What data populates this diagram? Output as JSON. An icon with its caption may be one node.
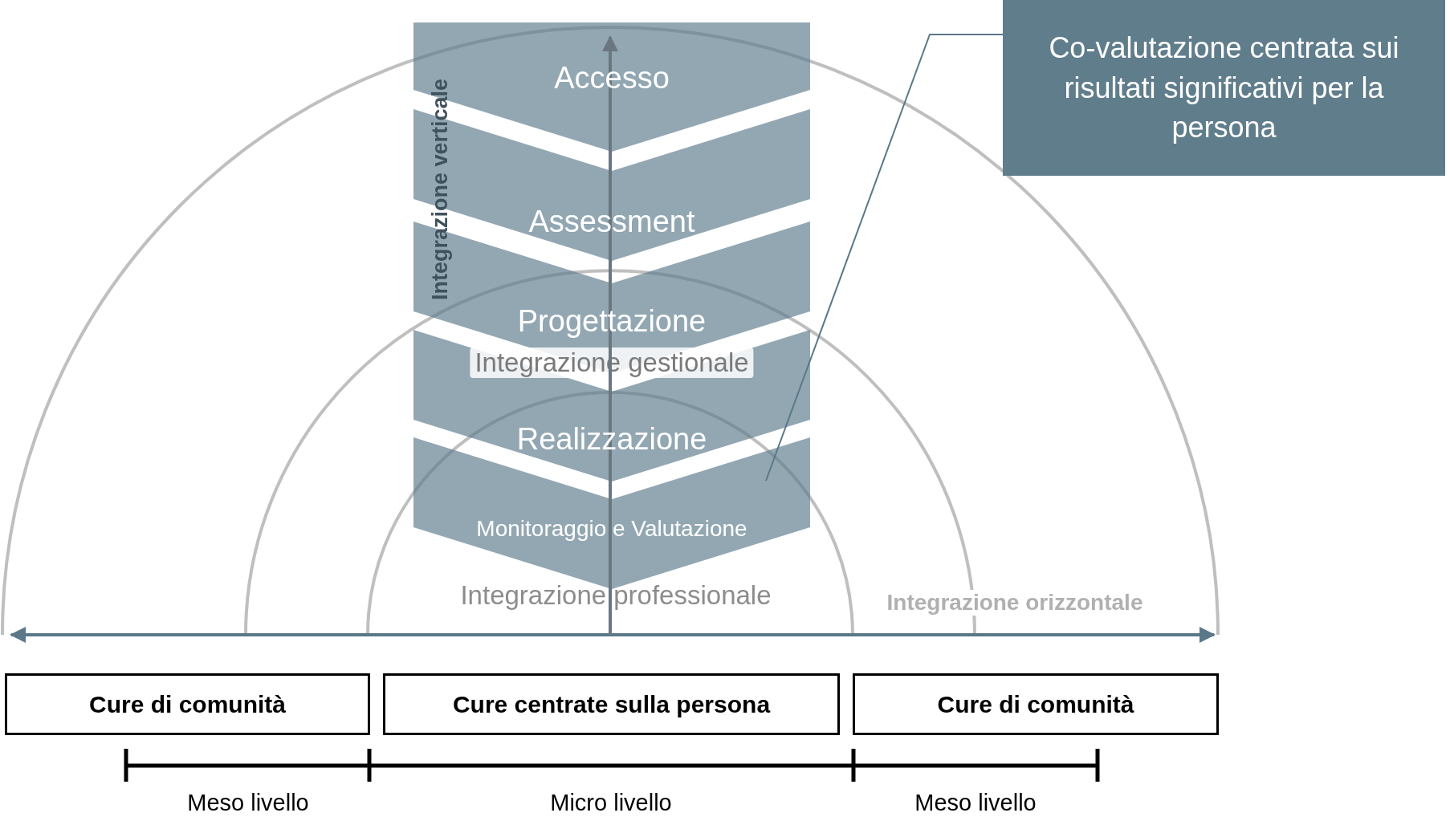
{
  "diagram": {
    "nodes": [
      {
        "text": [
          "Accesso"
        ]
      },
      {
        "text": [
          "Assessment"
        ]
      },
      {
        "text": [
          "Progettazione"
        ]
      },
      {
        "text": [
          "Realizzazione"
        ]
      },
      {
        "text": [
          "Monitoraggio e Valutazione"
        ]
      },
      {
        "text": [
          "Co-valutazione centrata sui risultati significativi per la persona"
        ]
      },
      {
        "text": [
          "Cure di comunità"
        ]
      },
      {
        "text": [
          "Cure centrate sulla persona"
        ]
      },
      {
        "text": [
          "Cure di comunità"
        ]
      }
    ],
    "edges": [
      {
        "from": 5,
        "to": 4,
        "arrow": "none"
      }
    ],
    "labels": [
      "Integrazione verticale",
      "Integrazione gestionale",
      "Integrazione professionale",
      "Integrazione orizzontale",
      "Meso livello",
      "Micro livello",
      "Meso livello"
    ]
  }
}
